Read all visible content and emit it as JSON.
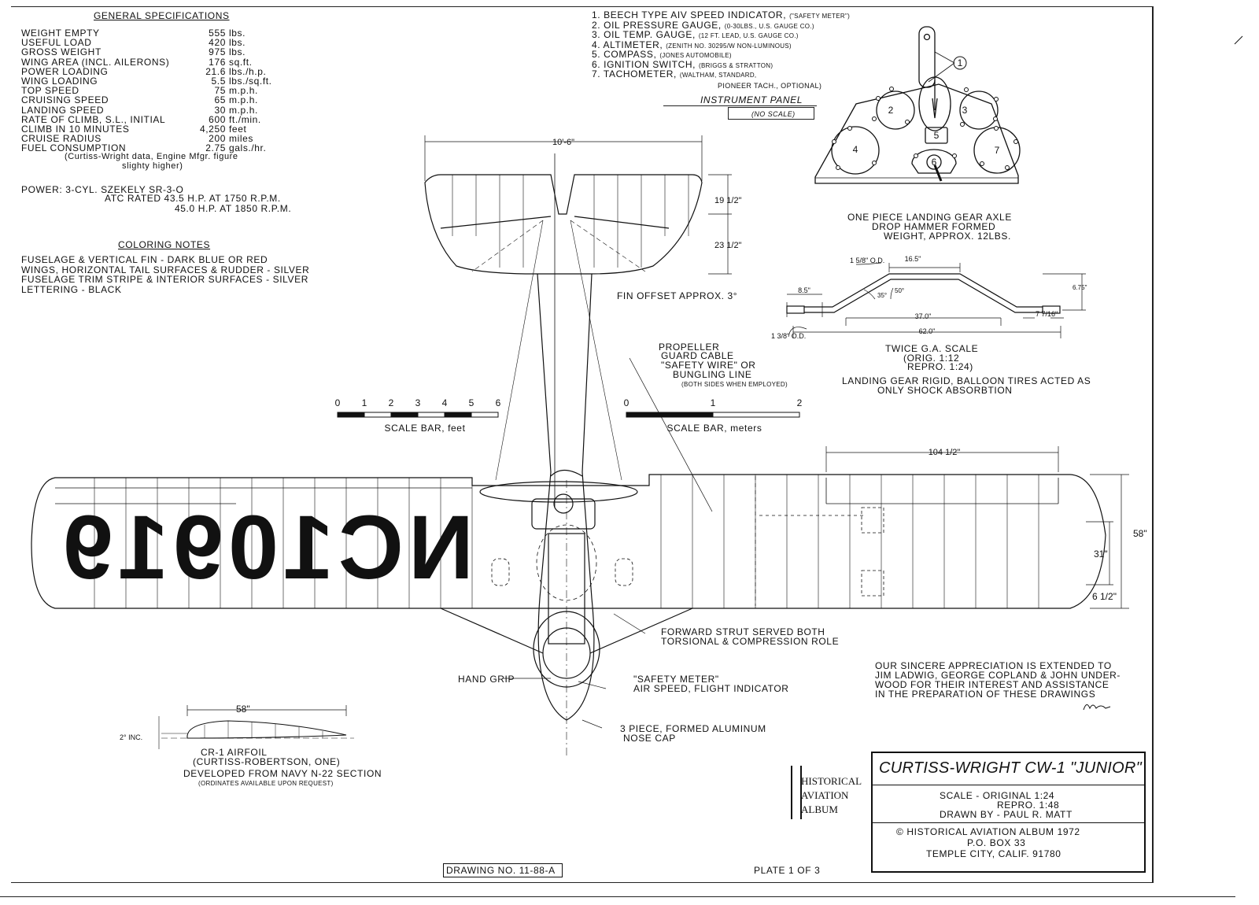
{
  "general_specs": {
    "heading": "GENERAL SPECIFICATIONS",
    "rows": [
      {
        "label": "WEIGHT EMPTY",
        "value": "555",
        "unit": "lbs."
      },
      {
        "label": "USEFUL LOAD",
        "value": "420",
        "unit": "lbs."
      },
      {
        "label": "GROSS WEIGHT",
        "value": "975",
        "unit": "lbs."
      },
      {
        "label": "WING AREA (incl. ailerons)",
        "value": "176",
        "unit": "sq.ft."
      },
      {
        "label": "POWER LOADING",
        "value": "21.6",
        "unit": "lbs./h.p."
      },
      {
        "label": "WING LOADING",
        "value": "5.5",
        "unit": "lbs./sq.ft."
      },
      {
        "label": "TOP SPEED",
        "value": "75",
        "unit": "m.p.h."
      },
      {
        "label": "CRUISING SPEED",
        "value": "65",
        "unit": "m.p.h."
      },
      {
        "label": "LANDING SPEED",
        "value": "30",
        "unit": "m.p.h."
      },
      {
        "label": "RATE OF CLIMB, S.L., INITIAL",
        "value": "600",
        "unit": "ft./min."
      },
      {
        "label": "CLIMB IN 10 MINUTES",
        "value": "4,250",
        "unit": "feet"
      },
      {
        "label": "CRUISE RADIUS",
        "value": "200",
        "unit": "miles"
      },
      {
        "label": "FUEL CONSUMPTION",
        "value": "2.75",
        "unit": "gals./hr."
      }
    ],
    "footnote_1": "(Curtiss-Wright data, Engine Mfgr. figure",
    "footnote_2": "slighty higher)"
  },
  "power": {
    "line1": "POWER: 3-Cyl. SZEKELY   SR-3-O",
    "line2": "ATC RATED   43.5 h.p. AT 1750 r.p.m.",
    "line3": "45.0 h.p. AT 1850 r.p.m."
  },
  "coloring": {
    "heading": "COLORING NOTES",
    "lines": [
      "FUSELAGE & VERTICAL FIN - DARK BLUE OR RED",
      "WINGS, HORIZONTAL TAIL SURFACES & RUDDER - SILVER",
      "FUSELAGE TRIM STRIPE & INTERIOR SURFACES - SILVER",
      "LETTERING - BLACK"
    ]
  },
  "instruments": {
    "items": [
      {
        "text": "1. BEECH Type Aiv SPEED INDICATOR,",
        "note": "(\"SAFETY METER\")"
      },
      {
        "text": "2. OIL PRESSURE GAUGE,",
        "note": "(0-30lbs., U.S. GAUGE CO.)"
      },
      {
        "text": "3. OIL TEMP. GAUGE,",
        "note": "(12 ft. LEAD, U.S. GAUGE CO.)"
      },
      {
        "text": "4. ALTIMETER,",
        "note": "(ZENITH No. 30295/w NON-LUMINOUS)"
      },
      {
        "text": "5. COMPASS,",
        "note": "(JONES AUTOMOBILE)"
      },
      {
        "text": "6. IGNITION SWITCH,",
        "note": "(BRIGGS & STRATTON)"
      },
      {
        "text": "7. TACHOMETER,",
        "note": "(WALTHAM, STANDARD,"
      }
    ],
    "item7_note2": "PIONEER TACH., OPTIONAL)",
    "panel_title": "INSTRUMENT PANEL",
    "panel_note": "(NO SCALE)",
    "gauge_numbers": [
      "1",
      "2",
      "3",
      "4",
      "5",
      "6",
      "7"
    ]
  },
  "landing_gear": {
    "title_1": "ONE PIECE LANDING GEAR AXLE",
    "title_2": "DROP HAMMER FORMED",
    "title_3": "WEIGHT, APPROX. 12lbs.",
    "dims": {
      "od_top": "1 5/8\" O.D.",
      "top_len": "16.5\"",
      "end_len": "8.5\"",
      "angle_1": "35°",
      "angle_2": "50°",
      "height": "6.75\"",
      "mid_len": "37.0\"",
      "overall": "62.0\"",
      "od_bottom": "1 3/8\" O.D.",
      "stub": "7 7/16\""
    },
    "scale_1": "TWICE G.A. SCALE",
    "scale_2": "(ORIG. 1:12",
    "scale_3": "REPRO. 1:24)",
    "note_1": "LANDING GEAR RIGID, BALLOON TIRES ACTED AS",
    "note_2": "ONLY SHOCK ABSORBTION"
  },
  "tail": {
    "span": "10'-6\"",
    "dim_1": "19 1/2\"",
    "dim_2": "23 1/2\"",
    "fin_offset": "FIN OFFSET APPROX. 3°"
  },
  "propeller_note": {
    "l1": "PROPELLER",
    "l2": "GUARD CABLE",
    "l3": "\"SAFETY WIRE\" OR",
    "l4": "BUNGLING LINE",
    "l5": "(BOTH SIDES WHEN EMPLOYED)"
  },
  "scale_feet": {
    "ticks": [
      "0",
      "1",
      "2",
      "3",
      "4",
      "5",
      "6"
    ],
    "caption": "SCALE BAR, feet"
  },
  "scale_meters": {
    "ticks": [
      "0",
      "1",
      "2"
    ],
    "caption": "SCALE BAR, meters"
  },
  "wing": {
    "registration": "NC10919",
    "chord_span": "104 1/2\"",
    "dim_58": "58\"",
    "dim_31": "31\"",
    "dim_6": "6 1/2\""
  },
  "callouts": {
    "strut_1": "FORWARD STRUT SERVED BOTH",
    "strut_2": "TORSIONAL & COMPRESSION ROLE",
    "hand_grip": "HAND GRIP",
    "safety_1": "\"SAFETY METER\"",
    "safety_2": "AIR SPEED, FLIGHT INDICATOR",
    "nose_1": "3 PIECE, FORMED ALUMINUM",
    "nose_2": "NOSE CAP"
  },
  "airfoil": {
    "chord": "58\"",
    "incidence": "2° INC.",
    "l1": "CR-1 AIRFOIL",
    "l2": "(CURTISS-ROBERTSON, ONE)",
    "l3": "DEVELOPED FROM NAVY N-22 SECTION",
    "l4": "(ORDINATES AVAILABLE UPON REQUEST)"
  },
  "appreciation": [
    "OUR SINCERE APPRECIATION IS EXTENDED TO",
    "JIM LADWIG, GEORGE COPLAND & JOHN UNDER-",
    "WOOD FOR THEIR INTEREST AND ASSISTANCE",
    "IN THE PREPARATION OF THESE DRAWINGS"
  ],
  "title_block": {
    "title": "CURTISS-WRIGHT CW-1 \"JUNIOR\"",
    "scale_1": "SCALE - ORIGINAL  1:24",
    "scale_2": "REPRO.   1:48",
    "drawn_by": "DRAWN BY - PAUL R. MATT",
    "copyright": "©   HISTORICAL AVIATION ALBUM 1972",
    "box": "P.O. BOX 33",
    "city": "TEMPLE CITY,  CALIF.  91780"
  },
  "logo": {
    "l1": "HISTORICAL",
    "l2": "AVIATION",
    "l3": "ALBUM"
  },
  "drawing_no": "DRAWING No. 11-88-A",
  "plate": "PLATE 1 of 3"
}
